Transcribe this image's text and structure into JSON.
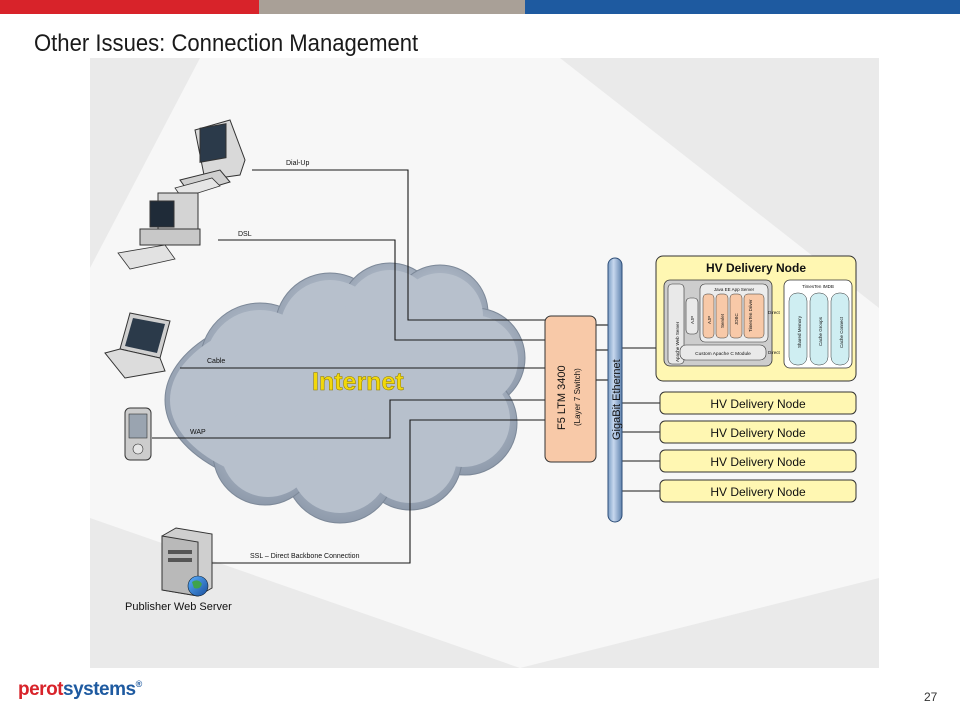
{
  "slide": {
    "title": "Other Issues: Connection Management",
    "page_number": "27",
    "logo": {
      "part1": "perot",
      "part2": "systems",
      "mark": "®"
    },
    "colors": {
      "red": "#d8232a",
      "gray": "#a9a097",
      "blue": "#1e5aa0"
    }
  },
  "clients": {
    "dialup": "Dial-Up",
    "dsl": "DSL",
    "cable": "Cable",
    "wap": "WAP",
    "ssl": "SSL – Direct Backbone Connection",
    "publisher": "Publisher Web Server"
  },
  "network": {
    "internet": "Internet",
    "switch_name": "F5 LTM 3400",
    "switch_sub": "(Layer 7 Switch)",
    "backbone": "GigaBit Ethernet"
  },
  "node": {
    "title": "HV Delivery Node",
    "apache": "Apache Web Server",
    "ajp_left": "AJP",
    "app_server": "Java EE App Server",
    "ajp_right": "AJP",
    "servlet": "Servlet",
    "jdbc": "JDBC",
    "timesten_driver": "TimesTen Driver",
    "direct1": "Direct",
    "imdb": "TimesTen IMDB",
    "shared_memory": "Shared Memory",
    "cache_groups": "Cache Groups",
    "cache_connect": "Cache Connect",
    "custom_module": "Custom Apache C Module",
    "direct2": "Direct"
  },
  "other_nodes": [
    "HV Delivery Node",
    "HV Delivery Node",
    "HV Delivery Node",
    "HV Delivery Node"
  ]
}
